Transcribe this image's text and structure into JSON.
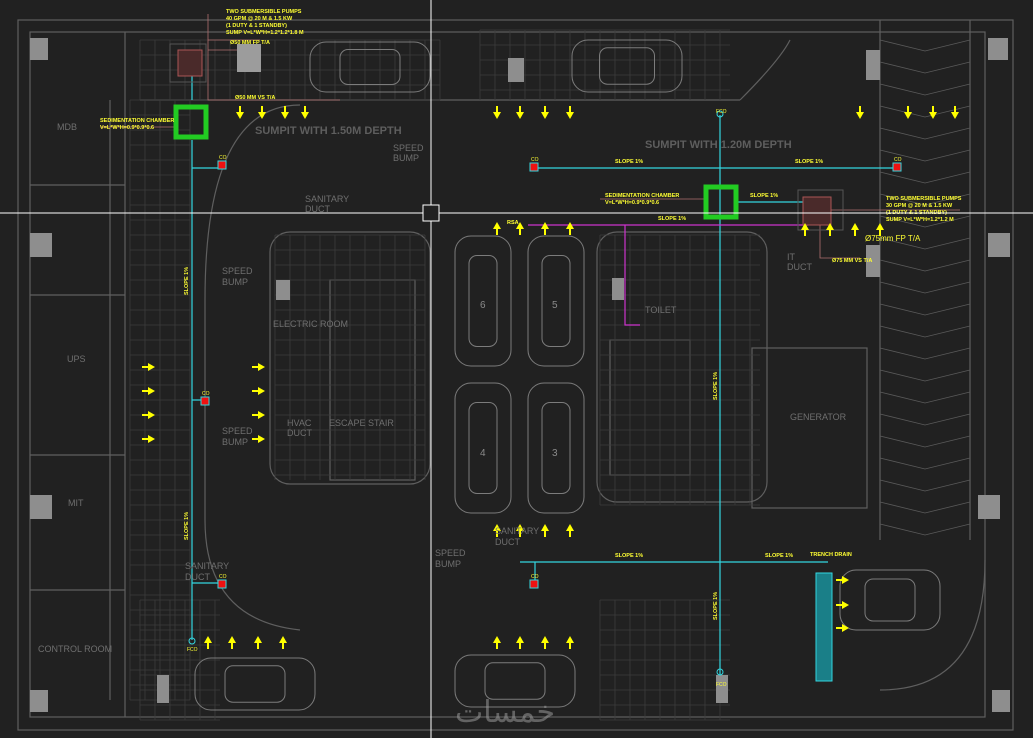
{
  "drawing": {
    "sumpit_left": "SUMPIT WITH 1.50M DEPTH",
    "sumpit_right": "SUMPIT WITH 1.20M DEPTH",
    "speed_bump": [
      "SPEED",
      "BUMP"
    ],
    "sanitary_duct": [
      "SANITARY",
      "DUCT"
    ],
    "it_duct": [
      "IT",
      "DUCT"
    ],
    "rooms": {
      "mdb": "MDB",
      "ups": "UPS",
      "mit": "MIT",
      "control_room": "CONTROL ROOM",
      "electric_room": "ELECTRIC ROOM",
      "hvac_duct": [
        "HVAC",
        "DUCT"
      ],
      "escape_stair": "ESCAPE STAIR",
      "toilet": "TOILET",
      "generator": "GENERATOR",
      "trench_drain": "TRENCH DRAIN"
    },
    "pump_left": [
      "TWO SUBMERSIBLE PUMPS",
      "40 GPM @ 20 M & 1.5 KW",
      "(1 DUTY & 1 STANDBY)",
      "SUMP V=L*W*H=1.2*1.2*1.8 M"
    ],
    "pump_left_fp": "Ø50 MM FP T/A",
    "pump_left_vs": "Ø50 MM VS T/A",
    "sed_left": [
      "SEDIMENTATION CHAMBER",
      "V=L*W*H=0.9*0.9*0.6"
    ],
    "sed_right": [
      "SEDIMENTATION CHAMBER",
      "V=L*W*H=0.9*0.9*0.6"
    ],
    "pump_right": [
      "TWO SUBMERSIBLE PUMPS",
      "30 GPM @ 20 M & 1.5 KW",
      "(1 DUTY & 1 STANDBY)",
      "SUMP V=L*W*H=1.2*1.2 M"
    ],
    "pump_right_fp": "Ø75mm FP T/A",
    "pump_right_vs": "Ø75 MM VS T/A",
    "slope": "SLOPE 1%",
    "co": "CO",
    "fco": "FCO",
    "rsa": "RSA",
    "parking_numbers": [
      "6",
      "5",
      "4",
      "3"
    ],
    "watermark": "خمسات"
  },
  "colors": {
    "background": "#212121",
    "pipe": "#33d6e0",
    "arrow": "#ffff00",
    "chamber": "#22cc22",
    "co": "#ee1111",
    "vent": "#cc33cc",
    "wall": "#6a6a6a"
  }
}
